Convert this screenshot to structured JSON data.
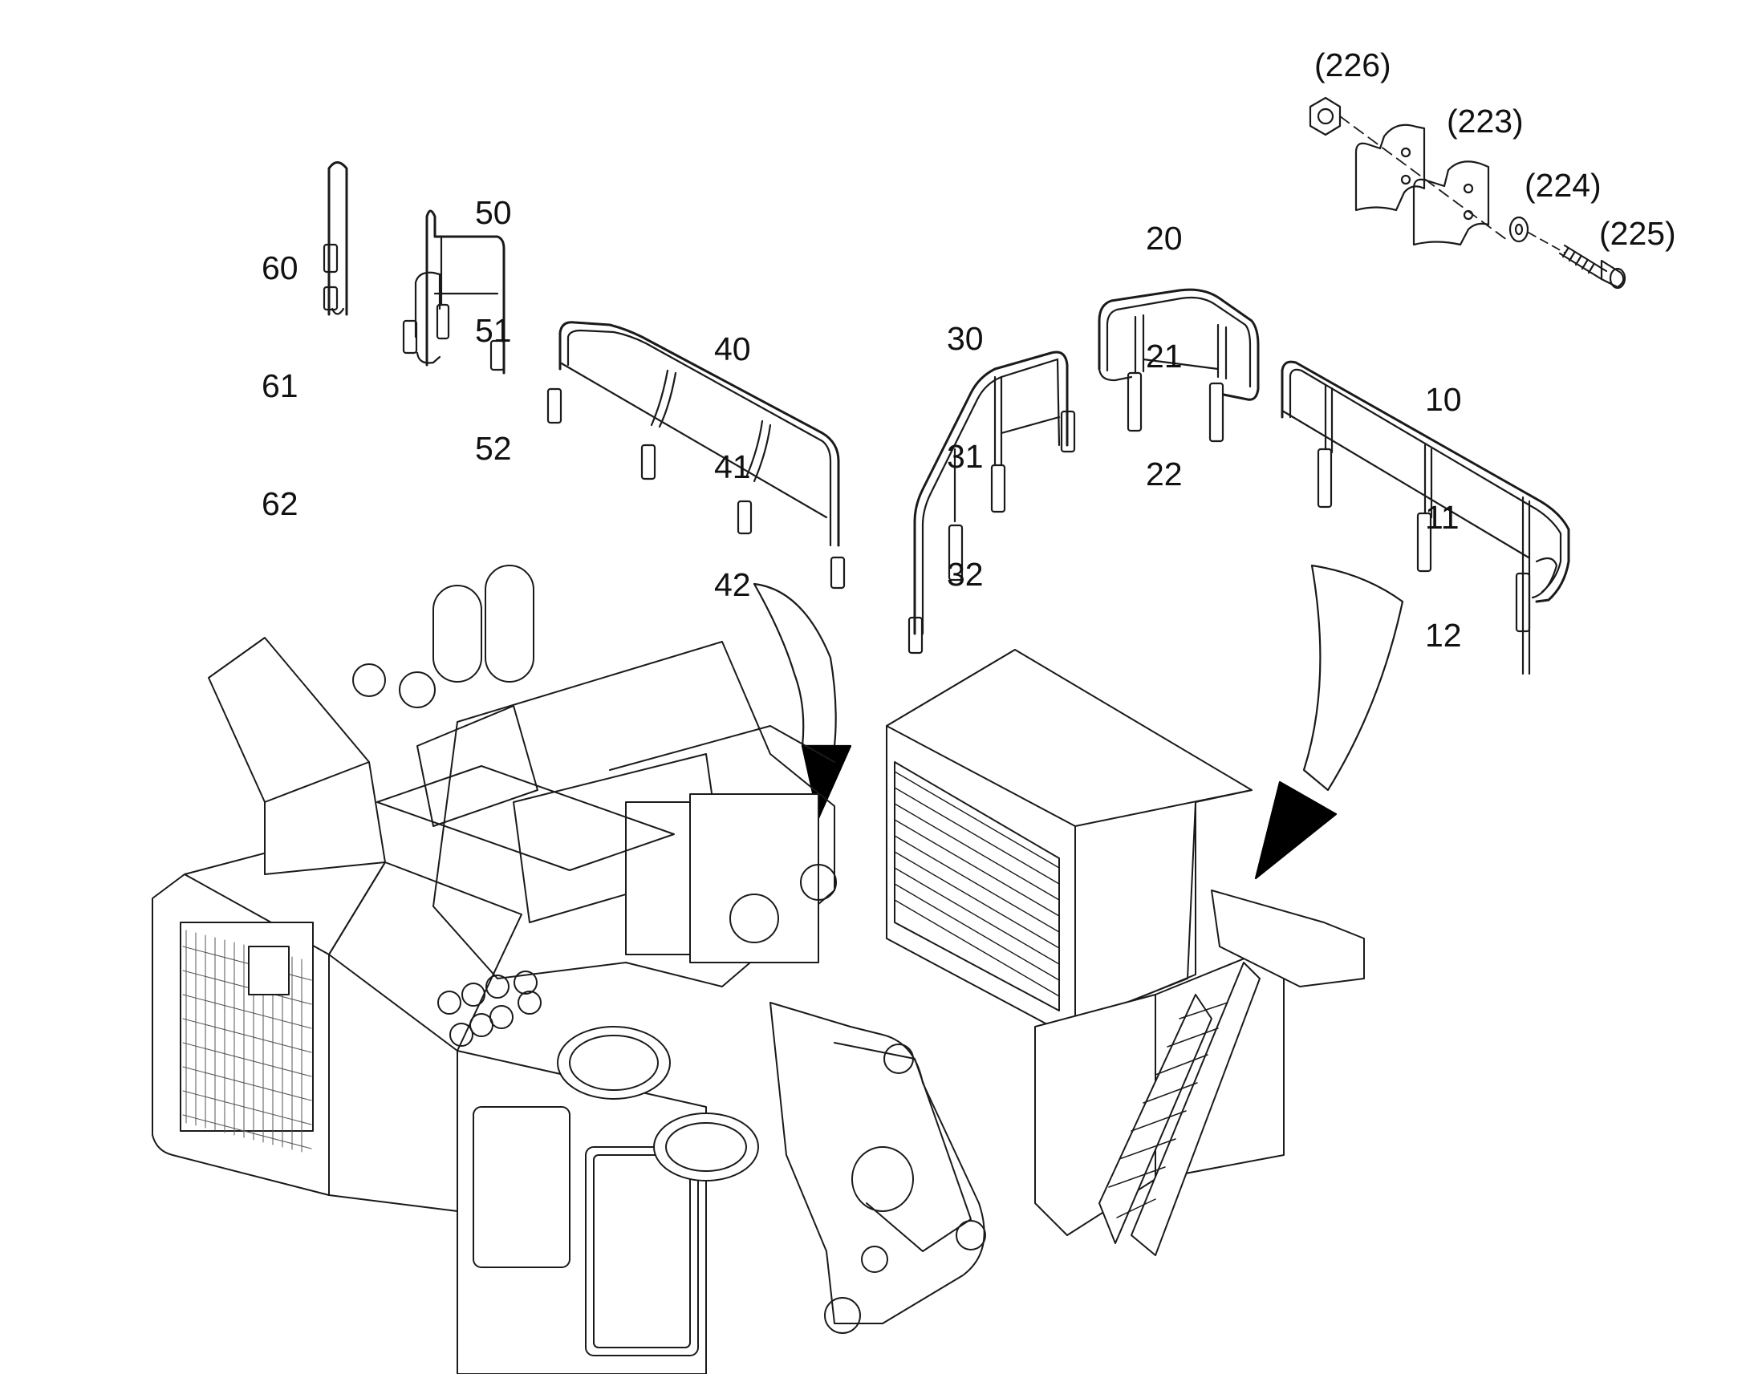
{
  "diagram": {
    "colors": {
      "line": "#1a1a1a",
      "fill": "#ffffff",
      "arrow": "#000000"
    },
    "part_groups": [
      {
        "id": "g60",
        "numbers": [
          "60",
          "61",
          "62"
        ]
      },
      {
        "id": "g50",
        "numbers": [
          "50",
          "51",
          "52"
        ]
      },
      {
        "id": "g40",
        "numbers": [
          "40",
          "41",
          "42"
        ]
      },
      {
        "id": "g30",
        "numbers": [
          "30",
          "31",
          "32"
        ]
      },
      {
        "id": "g20",
        "numbers": [
          "20",
          "21",
          "22"
        ]
      },
      {
        "id": "g10",
        "numbers": [
          "10",
          "11",
          "12"
        ]
      }
    ],
    "hardware_refs": {
      "nut": "(226)",
      "clamp": "(223)",
      "washer": "(224)",
      "bolt": "(225)"
    }
  }
}
